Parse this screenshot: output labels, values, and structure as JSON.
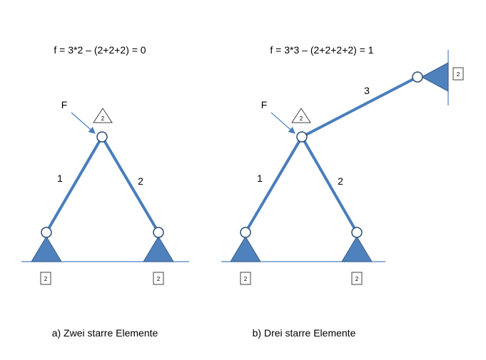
{
  "diagram_a": {
    "formula": "f = 3*2 – (2+2+2) = 0",
    "force_label": "F",
    "member_labels": [
      "1",
      "2"
    ],
    "top_marker": "2",
    "support_boxes": [
      "2",
      "2"
    ],
    "caption": "a) Zwei starre Elemente"
  },
  "diagram_b": {
    "formula": "f = 3*3 – (2+2+2+2) = 1",
    "force_label": "F",
    "member_labels": [
      "1",
      "2",
      "3"
    ],
    "top_marker": "2",
    "wall_box": "2",
    "support_boxes": [
      "2",
      "2"
    ],
    "caption": "b) Drei starre Elemente"
  },
  "colors": {
    "member": "#4a7ebb",
    "support_fill": "#4f81bd",
    "hinge_fill": "#ffffff"
  }
}
